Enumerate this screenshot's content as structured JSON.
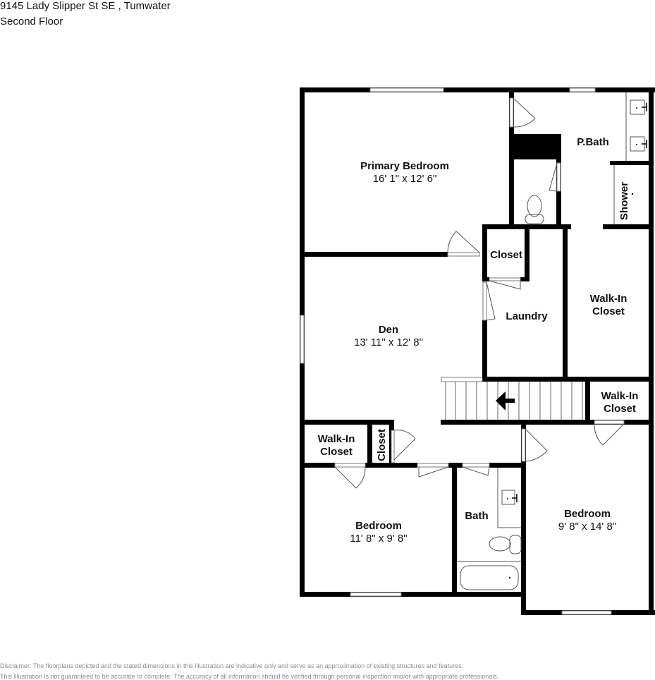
{
  "header": {
    "address": "9145 Lady Slipper St SE , Tumwater",
    "floor": "Second Floor"
  },
  "rooms": {
    "primary_bedroom": {
      "name": "Primary Bedroom",
      "dims": "16' 1\" x 12' 6\""
    },
    "p_bath": {
      "name": "P.Bath"
    },
    "shower": {
      "name": "Shower"
    },
    "closet_upper": {
      "name": "Closet"
    },
    "laundry": {
      "name": "Laundry"
    },
    "walkin_right_upper": {
      "name_line1": "Walk-In",
      "name_line2": "Closet"
    },
    "walkin_right_lower": {
      "name_line1": "Walk-In",
      "name_line2": "Closet"
    },
    "den": {
      "name": "Den",
      "dims": "13' 11\" x 12' 8\""
    },
    "walkin_left": {
      "name_line1": "Walk-In",
      "name_line2": "Closet"
    },
    "closet_small": {
      "name": "Closet"
    },
    "bedroom_left": {
      "name": "Bedroom",
      "dims": "11' 8\" x 9' 8\""
    },
    "bath": {
      "name": "Bath"
    },
    "bedroom_right": {
      "name": "Bedroom",
      "dims": "9' 8\" x 14' 8\""
    }
  },
  "icons": {
    "stairs_direction": "arrow-left"
  },
  "footer": {
    "disclaimer_line1": "Disclaimer: The floorplans depicted and the stated dimensions in this illustration are indicative only and serve as an approximation of existing structures and features.",
    "disclaimer_line2": "This illustration is not guaranteed to be accurate or complete. The accuracy of all information should be verified through personal inspection and/or with appropriate professionals."
  },
  "colors": {
    "wall": "#000000",
    "background": "#ffffff",
    "disclaimer_text": "#8a8a9a"
  }
}
